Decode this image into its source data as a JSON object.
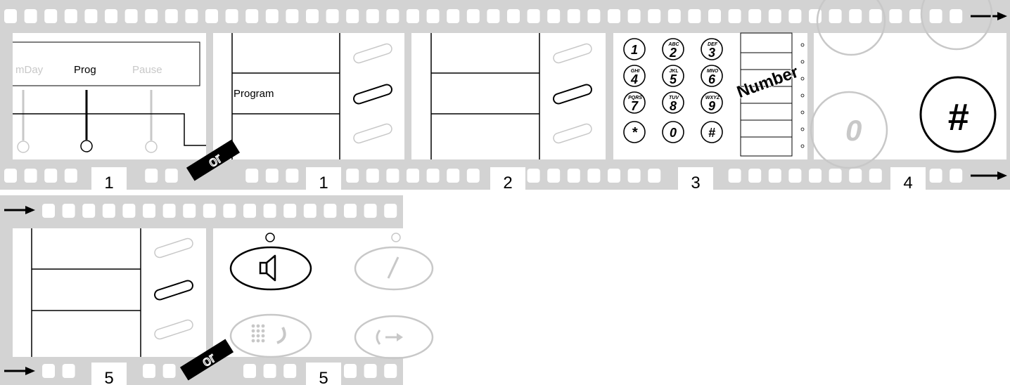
{
  "colors": {
    "film": "#d3d3d3",
    "ink": "#000000",
    "faded": "#c8c8c8"
  },
  "strip1": {
    "step_numbers": [
      "1",
      "1",
      "2",
      "3",
      "4"
    ],
    "or_label": "or",
    "frame1": {
      "labels": [
        "mDay",
        "Prog",
        "Pause"
      ]
    },
    "frame2": {
      "display_text": "Program"
    },
    "frame4": {
      "keys": [
        {
          "digit": "1",
          "letters": ""
        },
        {
          "digit": "2",
          "letters": "ABC"
        },
        {
          "digit": "3",
          "letters": "DEF"
        },
        {
          "digit": "4",
          "letters": "GHI"
        },
        {
          "digit": "5",
          "letters": "JKL"
        },
        {
          "digit": "6",
          "letters": "MNO"
        },
        {
          "digit": "7",
          "letters": "PQRS"
        },
        {
          "digit": "8",
          "letters": "TUV"
        },
        {
          "digit": "9",
          "letters": "WXYZ"
        },
        {
          "digit": "*",
          "letters": ""
        },
        {
          "digit": "0",
          "letters": ""
        },
        {
          "digit": "#",
          "letters": ""
        }
      ],
      "stamp": "Number"
    },
    "frame5": {
      "faded_digits": [
        "0"
      ],
      "key": "#"
    }
  },
  "strip2": {
    "step_numbers": [
      "5",
      "5"
    ],
    "or_label": "or"
  }
}
